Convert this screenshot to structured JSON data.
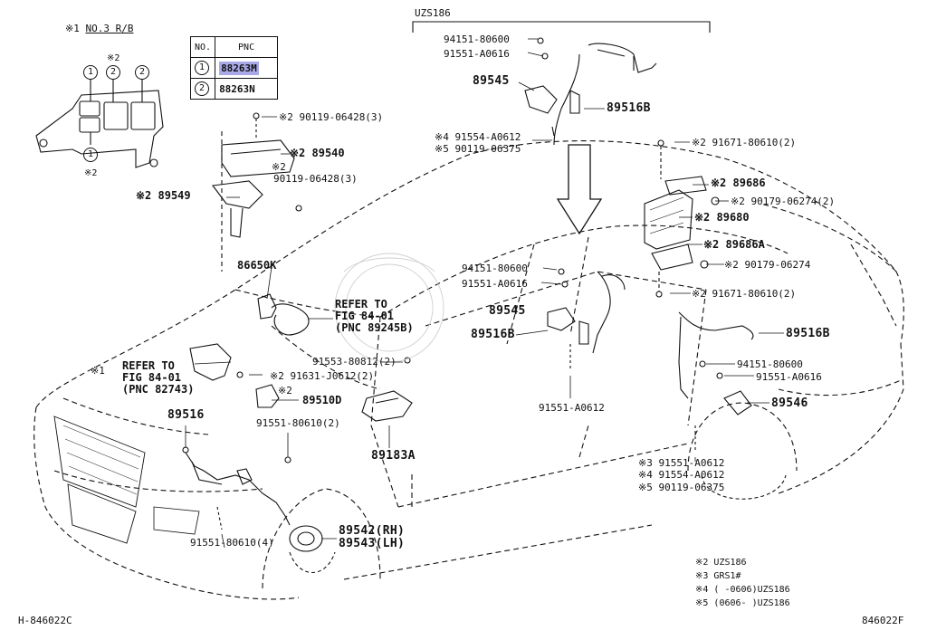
{
  "top_left_note": {
    "mark": "※1",
    "text": "NO.3 R/B"
  },
  "relay_block_marks": {
    "c1a": "1",
    "c2a": "2",
    "c2b": "2",
    "c1b": "1",
    "n2a": "※2",
    "n2b": "※2"
  },
  "pnc_table": {
    "headers": [
      "NO.",
      "PNC"
    ],
    "rows": [
      {
        "no": "1",
        "pnc": "88263M",
        "highlighted": true
      },
      {
        "no": "2",
        "pnc": "88263N",
        "highlighted": false
      }
    ]
  },
  "group_label": "UZS186",
  "labels": [
    {
      "id": "l1",
      "text": "94151-80600",
      "cls": ""
    },
    {
      "id": "l2",
      "text": "91551-A0616",
      "cls": ""
    },
    {
      "id": "l3",
      "text": "89545",
      "cls": "big"
    },
    {
      "id": "l4",
      "text": "89516B",
      "cls": "big"
    },
    {
      "id": "l5",
      "text": "※4 91554-A0612",
      "cls": ""
    },
    {
      "id": "l6",
      "text": "※5 90119-06375",
      "cls": ""
    },
    {
      "id": "l7",
      "text": "※2 90119-06428(3)",
      "cls": ""
    },
    {
      "id": "l8",
      "text": "※2 89540",
      "cls": "b"
    },
    {
      "id": "l9",
      "text": "※2",
      "cls": ""
    },
    {
      "id": "l10",
      "text": "90119-06428(3)",
      "cls": ""
    },
    {
      "id": "l11",
      "text": "※2 89549",
      "cls": "b"
    },
    {
      "id": "l12",
      "text": "※2 91671-80610(2)",
      "cls": ""
    },
    {
      "id": "l13",
      "text": "※2 89686",
      "cls": "b"
    },
    {
      "id": "l14",
      "text": "※2 90179-06274(2)",
      "cls": ""
    },
    {
      "id": "l15",
      "text": "※2 89680",
      "cls": "b"
    },
    {
      "id": "l16",
      "text": "※2 89686A",
      "cls": "b"
    },
    {
      "id": "l17",
      "text": "※2 90179-06274",
      "cls": ""
    },
    {
      "id": "l18",
      "text": "86650K",
      "cls": "b"
    },
    {
      "id": "l19",
      "text": "REFER TO",
      "cls": "b"
    },
    {
      "id": "l20",
      "text": "FIG 84-01",
      "cls": "b"
    },
    {
      "id": "l21",
      "text": "(PNC 89245B)",
      "cls": "b"
    },
    {
      "id": "l22",
      "text": "94151-80600",
      "cls": ""
    },
    {
      "id": "l23",
      "text": "91551-A0616",
      "cls": ""
    },
    {
      "id": "l24",
      "text": "※2 91671-80610(2)",
      "cls": ""
    },
    {
      "id": "l25",
      "text": "89545",
      "cls": "big"
    },
    {
      "id": "l26",
      "text": "89516B",
      "cls": "big"
    },
    {
      "id": "l27",
      "text": "89516B",
      "cls": "big"
    },
    {
      "id": "l28",
      "text": "REFER TO",
      "cls": "b"
    },
    {
      "id": "l29",
      "text": "FIG 84-01",
      "cls": "b"
    },
    {
      "id": "l30",
      "text": "(PNC 82743)",
      "cls": "b"
    },
    {
      "id": "l31",
      "text": "※1",
      "cls": ""
    },
    {
      "id": "l32",
      "text": "91553-80812(2)",
      "cls": ""
    },
    {
      "id": "l33",
      "text": "※2 91631-J0612(2)",
      "cls": ""
    },
    {
      "id": "l34",
      "text": "※2",
      "cls": ""
    },
    {
      "id": "l35",
      "text": "89510D",
      "cls": "b"
    },
    {
      "id": "l36",
      "text": "94151-80600",
      "cls": ""
    },
    {
      "id": "l37",
      "text": "91551-A0616",
      "cls": ""
    },
    {
      "id": "l38",
      "text": "91551-A0612",
      "cls": ""
    },
    {
      "id": "l39",
      "text": "89546",
      "cls": "big"
    },
    {
      "id": "l40",
      "text": "89516",
      "cls": "big"
    },
    {
      "id": "l41",
      "text": "91551-80610(2)",
      "cls": ""
    },
    {
      "id": "l42",
      "text": "89183A",
      "cls": "big"
    },
    {
      "id": "l43",
      "text": "※3 91551-A0612",
      "cls": ""
    },
    {
      "id": "l44",
      "text": "※4 91554-A0612",
      "cls": ""
    },
    {
      "id": "l45",
      "text": "※5 90119-06375",
      "cls": ""
    },
    {
      "id": "l46",
      "text": "89542(RH)",
      "cls": "big"
    },
    {
      "id": "l47",
      "text": "89543(LH)",
      "cls": "big"
    },
    {
      "id": "l48",
      "text": "91551-80610(4)",
      "cls": ""
    },
    {
      "id": "l49",
      "text": "※2  UZS186",
      "cls": "sm"
    },
    {
      "id": "l50",
      "text": "※3  GRS1#",
      "cls": "sm"
    },
    {
      "id": "l51",
      "text": "※4  (      -0606)UZS186",
      "cls": "sm"
    },
    {
      "id": "l52",
      "text": "※5  (0606-     )UZS186",
      "cls": "sm"
    },
    {
      "id": "l53",
      "text": "H-846022C",
      "cls": ""
    },
    {
      "id": "l54",
      "text": "846022F",
      "cls": ""
    }
  ]
}
